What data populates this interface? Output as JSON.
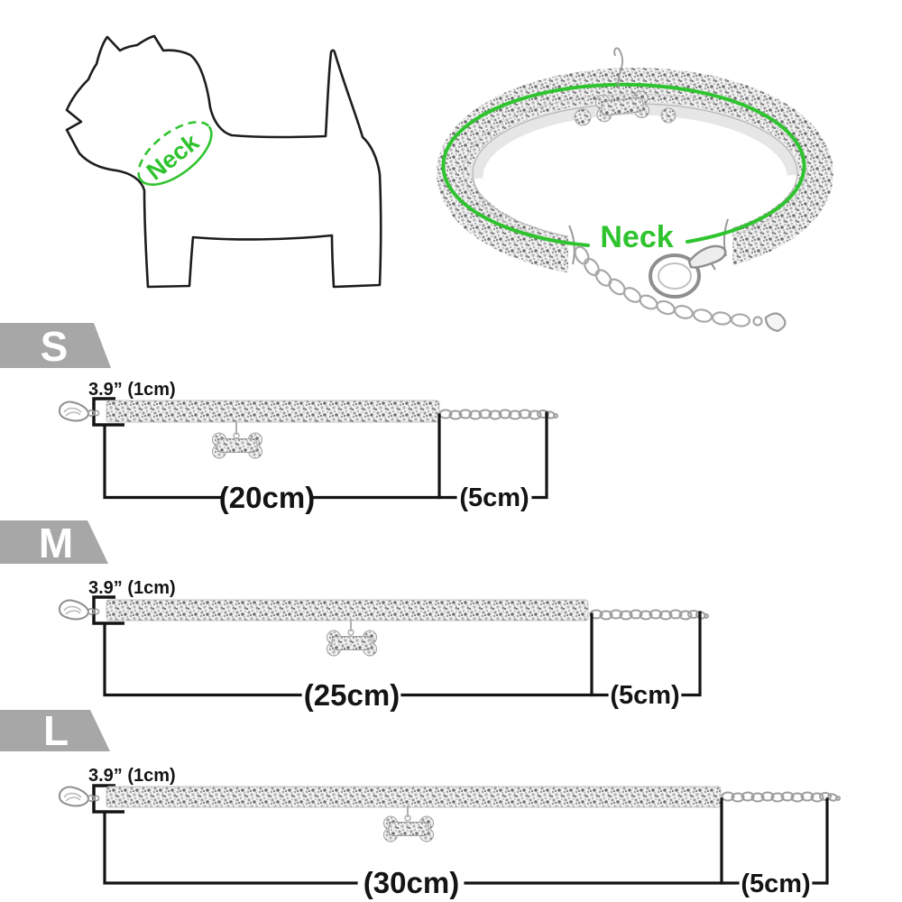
{
  "colors": {
    "accent_green": "#2fc42f",
    "badge_gray": "#a7a7a7",
    "dimension_black": "#141414",
    "metal_gray": "#9a9a9a"
  },
  "dog_diagram": {
    "neck_label": "Neck"
  },
  "collar_diagram": {
    "neck_label": "Neck"
  },
  "sizes": [
    {
      "code": "S",
      "width_label": "3.9”  (1cm)",
      "length_label": "(20cm)",
      "extension_label": "(5cm)"
    },
    {
      "code": "M",
      "width_label": "3.9”  (1cm)",
      "length_label": "(25cm)",
      "extension_label": "(5cm)"
    },
    {
      "code": "L",
      "width_label": "3.9”  (1cm)",
      "length_label": "(30cm)",
      "extension_label": "(5cm)"
    }
  ],
  "measurements": {
    "band_width_in": "3.9",
    "band_width_cm": 1,
    "band_lengths_cm": [
      20,
      25,
      30
    ],
    "extension_chain_cm": 5
  }
}
